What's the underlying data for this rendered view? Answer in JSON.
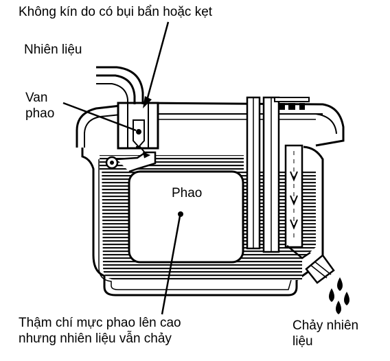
{
  "labels": {
    "fault": "Không kín do có bụi bẩn hoặc kẹt",
    "fuel": "Nhiên liệu",
    "float_valve": [
      "Van",
      "phao"
    ],
    "float": "Phao",
    "float_high": [
      "Thậm chí mực phao lên cao",
      "nhưng nhiên liệu vẫn chảy"
    ],
    "fuel_leak": [
      "Chảy nhiên",
      "liệu"
    ]
  }
}
